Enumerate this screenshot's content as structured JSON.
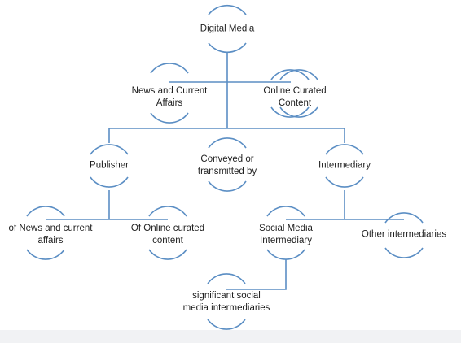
{
  "diagram": {
    "nodes": {
      "root": {
        "lines": [
          "Digital Media"
        ]
      },
      "news": {
        "lines": [
          "News and Current",
          "Affairs"
        ]
      },
      "curated": {
        "lines": [
          "Online Curated",
          "Content"
        ]
      },
      "publisher": {
        "lines": [
          "Publisher"
        ]
      },
      "conveyed": {
        "lines": [
          "Conveyed or",
          "transmitted by"
        ]
      },
      "intermediary": {
        "lines": [
          "Intermediary"
        ]
      },
      "pub_news": {
        "lines": [
          "of News and current",
          "affairs"
        ]
      },
      "pub_curated": {
        "lines": [
          "Of Online curated",
          "content"
        ]
      },
      "social": {
        "lines": [
          "Social Media",
          "Intermediary"
        ]
      },
      "other": {
        "lines": [
          "Other intermediaries"
        ]
      },
      "significant": {
        "lines": [
          "significant social",
          "media intermediaries"
        ]
      }
    },
    "colors": {
      "line": "#5b8ec4",
      "text": "#1f1f1f",
      "bottom_strip": "#f1f2f4"
    }
  }
}
